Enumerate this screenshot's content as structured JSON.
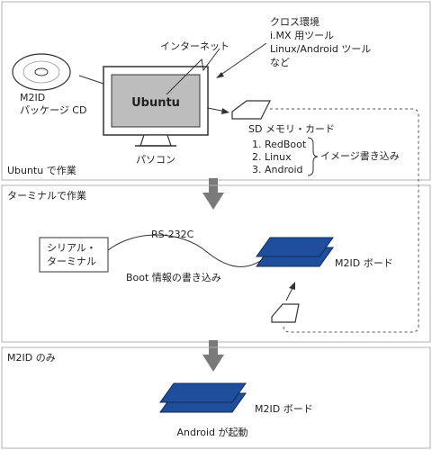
{
  "sections": {
    "ubuntu": "Ubuntu で作業",
    "terminal": "ターミナルで作業",
    "m2id_only": "M2ID のみ"
  },
  "top": {
    "cd_label_line1": "M2ID",
    "cd_label_line2": "パッケージ CD",
    "monitor_screen": "Ubuntu",
    "pc_label": "パソコン",
    "internet_label": "インターネット",
    "tools_line1": "クロス環境",
    "tools_line2": "i.MX 用ツール",
    "tools_line3": "Linux/Android ツール",
    "tools_line4": "など",
    "sd_label": "SD メモリ・カード",
    "images": [
      "1. RedBoot",
      "2. Linux",
      "3. Android"
    ],
    "image_write_label": "イメージ書き込み"
  },
  "middle": {
    "serial_terminal_line1": "シリアル・",
    "serial_terminal_line2": "ターミナル",
    "rs232c": "RS-232C",
    "boot_write": "Boot 情報の書き込み",
    "board_label": "M2ID ボード"
  },
  "bottom": {
    "board_label": "M2ID ボード",
    "boot_label": "Android が起動"
  },
  "colors": {
    "board_fill": "#1f4e9c",
    "board_stroke": "#0d2a5c",
    "arrow_gray": "#7a7a7a",
    "divider": "#b0b0b0"
  }
}
